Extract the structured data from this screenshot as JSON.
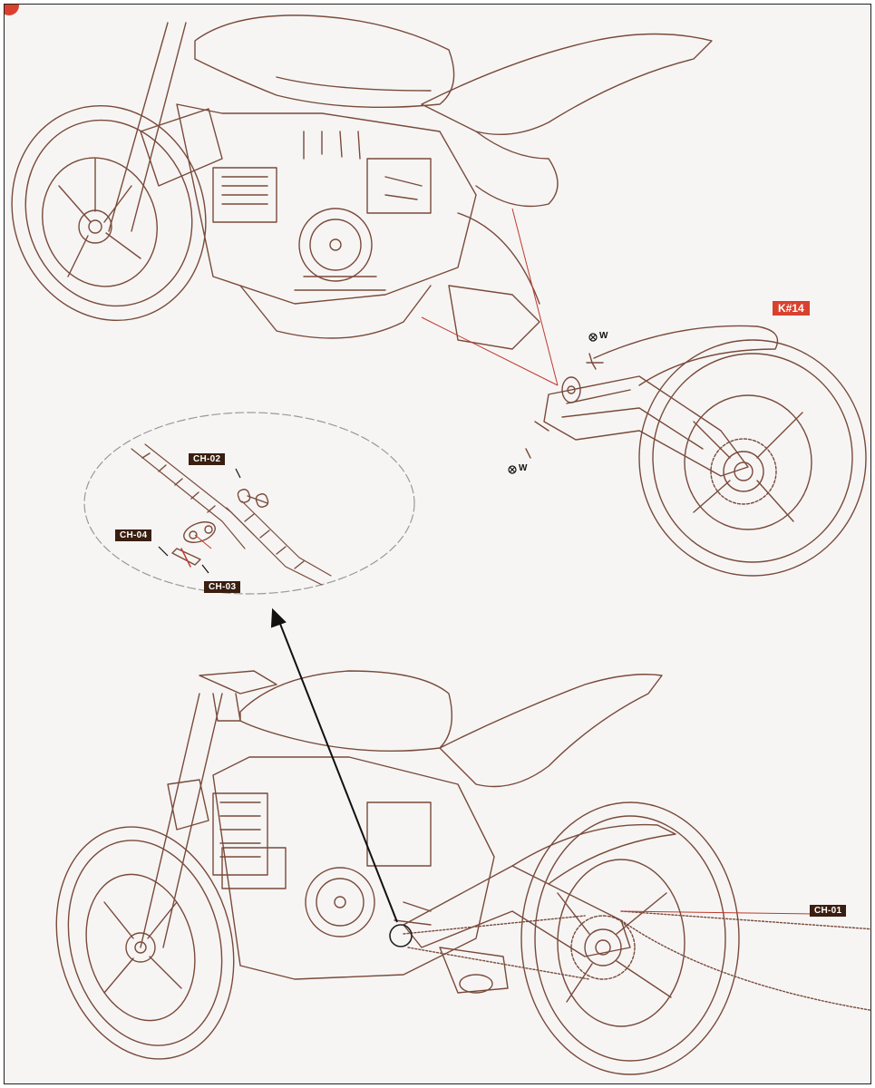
{
  "diagram": {
    "callouts": {
      "ch01": "CH-01",
      "ch02": "CH-02",
      "ch03": "CH-03",
      "ch04": "CH-04"
    },
    "kit_badge": "K#14",
    "fastener_top": "W",
    "fastener_bottom": "W",
    "colors": {
      "line_art": "#7a4a3a",
      "label_bg": "#3a1e10",
      "badge_bg": "#d9412e",
      "leader_line": "#c0392b"
    }
  }
}
